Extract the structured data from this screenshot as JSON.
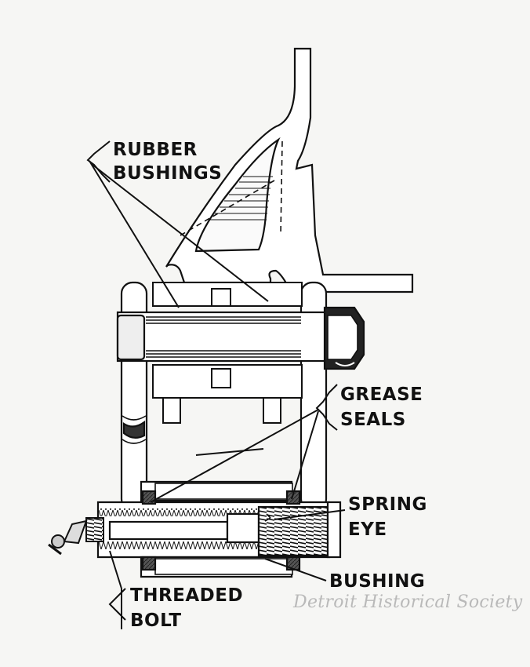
{
  "labels": {
    "rubber_line1": "RUBBER",
    "rubber_line2": "BUSHINGS",
    "grease_line1": "GREASE",
    "grease_line2": "SEALS",
    "spring_line1": "SPRING",
    "spring_line2": "EYE",
    "bushing": "BUSHING",
    "threaded_line1": "THREADED",
    "threaded_line2": "BOLT"
  },
  "watermark": "Detroit Historical Society"
}
